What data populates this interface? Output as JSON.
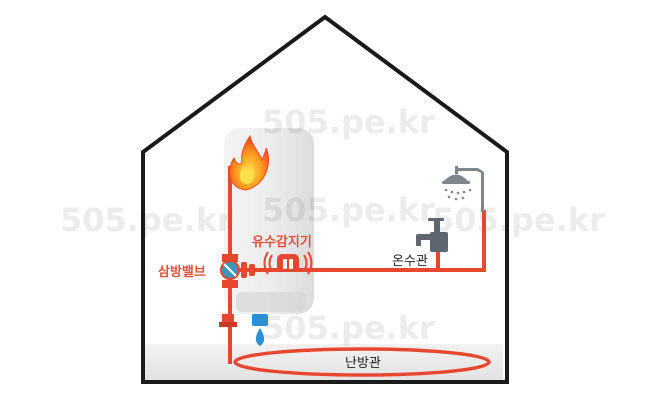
{
  "labels": {
    "valve": "삼방밸브",
    "sensor": "유수감지기",
    "hot_pipe": "온수관",
    "heating_pipe": "난방관"
  },
  "watermarks": [
    "505.pe.kr",
    "505.pe.kr",
    "505.pe.kr",
    "505.pe.kr",
    "505.pe.kr"
  ],
  "colors": {
    "pipe": "#e8472f",
    "valve_label": "#e0523a",
    "sensor_label": "#e0523a",
    "house_outline": "#1a1a1a",
    "tank": "#eeeeee",
    "valve_body": "#3b96b8",
    "water_drop": "#2b8fd6",
    "shower": "#7f868c",
    "faucet": "#5e6770"
  },
  "icons": [
    "fire-icon",
    "three-way-valve-icon",
    "flow-sensor-icon",
    "shower-icon",
    "faucet-icon",
    "water-drop-icon"
  ]
}
